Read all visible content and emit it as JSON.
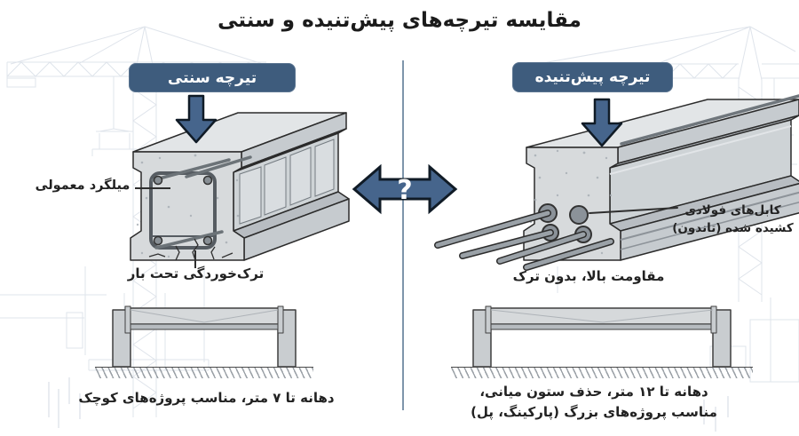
{
  "title": "مقایسه تیرچه‌های پیش‌تنیده و سنتی",
  "center": {
    "question_mark": "?"
  },
  "left_panel": {
    "badge": "تیرچه سنتی",
    "rebar_label": "میلگرد معمولی",
    "crack_label": "ترک‌خوردگی تحت بار",
    "caption": "دهانه تا ۷ متر، مناسب پروژه‌های کوچک"
  },
  "right_panel": {
    "badge": "تیرچه پیش‌تنیده",
    "cables_label_line1": "کابل‌های فولادی",
    "cables_label_line2": "کشیده شده (تاندون)",
    "strength_label": "مقاومت بالا، بدون ترک",
    "caption_line1": "دهانه تا ۱۲ متر، حذف ستون میانی،",
    "caption_line2": "مناسب پروژه‌های بزرگ (پارکینگ، پل)"
  },
  "icons": {
    "load_arrow": "down-arrow",
    "comparison_arrow": "double-headed-arrow-question"
  },
  "colors": {
    "accent": "#3e5c7d",
    "arrow_fill": "#46658c",
    "arrow_outline": "#101b26",
    "text": "#1c1c1c",
    "concrete_light": "#d7dadc",
    "concrete_side": "#c6cbcf",
    "concrete_shadow": "#aab0b5",
    "steel": "#9aa1a7",
    "blueprint_lines": "#dfe4eb",
    "divider": "#5e7a96"
  }
}
